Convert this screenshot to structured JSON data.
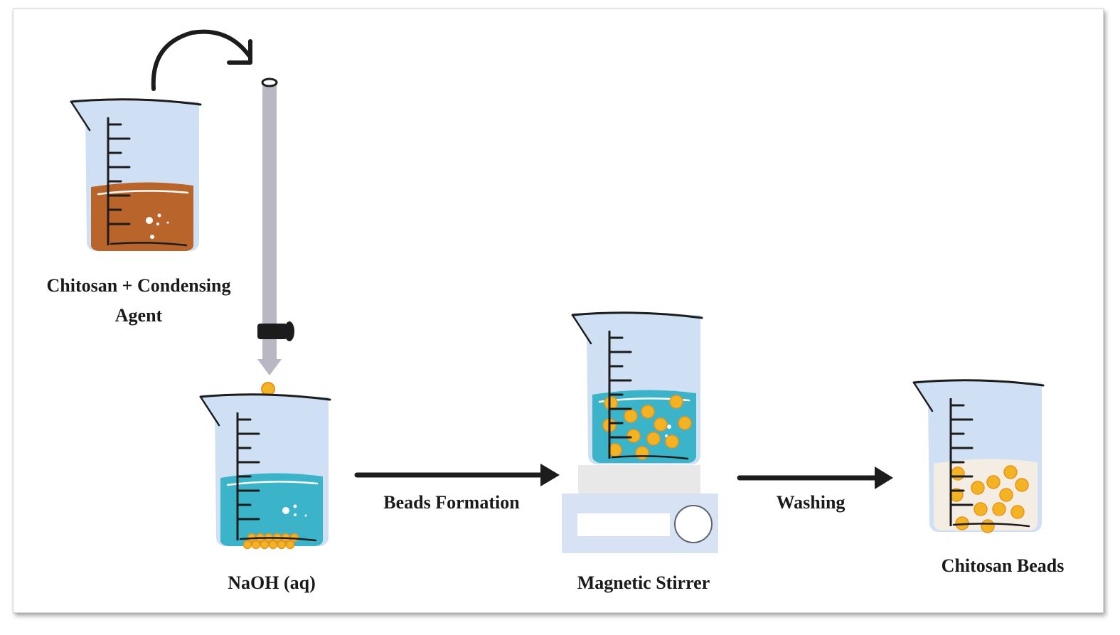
{
  "labels": {
    "chitosan_mix_line1": "Chitosan + Condensing",
    "chitosan_mix_line2": "Agent",
    "naoh": "NaOH (aq)",
    "beads_formation": "Beads Formation",
    "magnetic_stirrer": "Magnetic Stirrer",
    "washing": "Washing",
    "chitosan_beads": "Chitosan Beads"
  },
  "colors": {
    "beaker_glass": "#cfe0f5",
    "beaker_outline": "#1c1c1c",
    "chitosan_solution": "#b8642a",
    "naoh_solution": "#3bb4c9",
    "bead": "#f3b323",
    "bead_ring": "#e8941a",
    "wash_liquid": "#f4ede4",
    "burette": "#b9b7c3",
    "stirrer_top": "#e8e8e8",
    "stirrer_base": "#d7e3f4"
  }
}
